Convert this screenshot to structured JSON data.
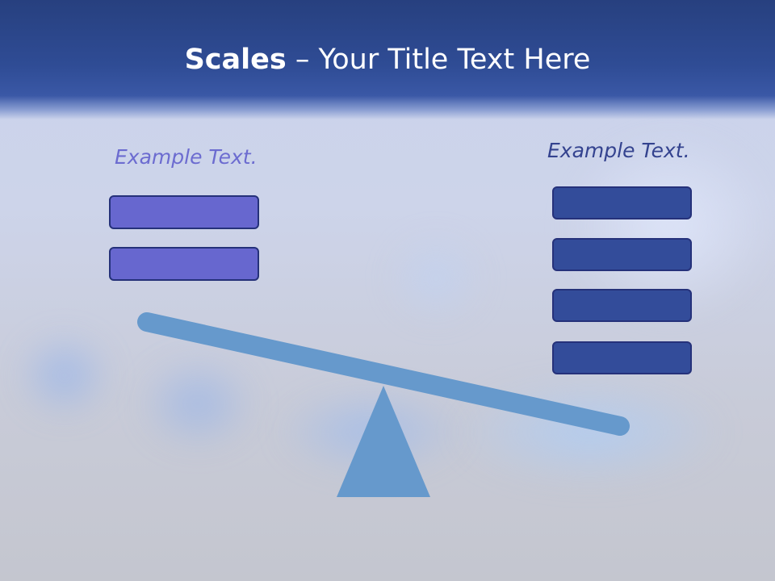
{
  "slide": {
    "title_bold": "Scales",
    "title_rest": " – Your Title Text Here"
  },
  "left_side": {
    "label": "Example Text.",
    "label_color": "#6c6cd0",
    "box_color": "#6767cf",
    "box_count": 2
  },
  "right_side": {
    "label": "Example Text.",
    "label_color": "#34438f",
    "box_color": "#334c9a",
    "box_count": 4
  },
  "scale": {
    "beam_color": "#6699cc",
    "fulcrum_color": "#6699cc"
  }
}
